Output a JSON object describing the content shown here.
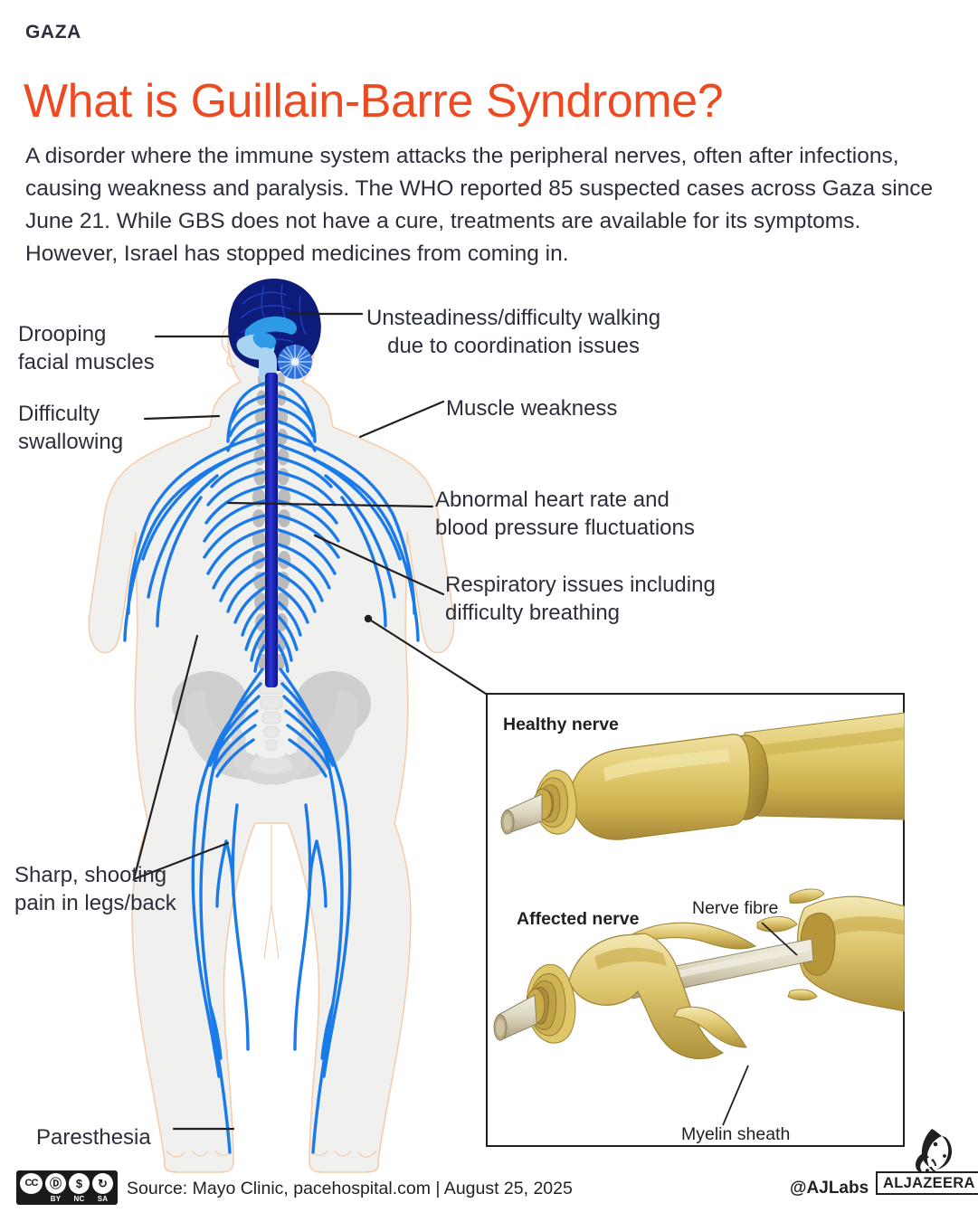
{
  "header": {
    "kicker": "GAZA",
    "headline": "What is Guillain-Barre Syndrome?",
    "standfirst": "A disorder where the immune system attacks the peripheral nerves, often after infections, causing weakness and paralysis. The WHO reported 85 suspected cases across Gaza since June 21. While GBS does not have a cure, treatments are available for its symptoms. However, Israel has stopped medicines from coming in."
  },
  "symptoms": [
    {
      "id": "drooping",
      "label": "Drooping\nfacial muscles"
    },
    {
      "id": "swallow",
      "label": "Difficulty\nswallowing"
    },
    {
      "id": "unsteady",
      "label": "Unsteadiness/difficulty walking\ndue to coordination issues"
    },
    {
      "id": "muscle",
      "label": "Muscle weakness"
    },
    {
      "id": "heart",
      "label": "Abnormal heart rate and\nblood pressure fluctuations"
    },
    {
      "id": "resp",
      "label": "Respiratory issues including\ndifficulty breathing"
    },
    {
      "id": "sharp",
      "label": "Sharp, shooting\npain in legs/back"
    },
    {
      "id": "paresth",
      "label": "Paresthesia"
    }
  ],
  "inset": {
    "healthy_label": "Healthy nerve",
    "affected_label": "Affected nerve",
    "fibre_label": "Nerve fibre",
    "myelin_label": "Myelin sheath"
  },
  "footer": {
    "source": "Source:  Mayo Clinic, pacehospital.com | August 25, 2025",
    "handle": "@AJLabs",
    "wordmark": "ALJAZEERA",
    "cc": {
      "cc": "CC",
      "by": "BY",
      "nc": "NC",
      "sa": "SA"
    }
  },
  "colors": {
    "accent": "#ee4a22",
    "ink": "#2b2e3b",
    "nerve_blue": "#1a7ae8",
    "cord_navy": "#14179e",
    "brain_navy": "#0d1b7a",
    "body_fill": "#f0f0ef",
    "body_outline": "#f6cdab",
    "bone_grey": "#b9b9b9",
    "myelin_gold": "#d9c25f"
  }
}
